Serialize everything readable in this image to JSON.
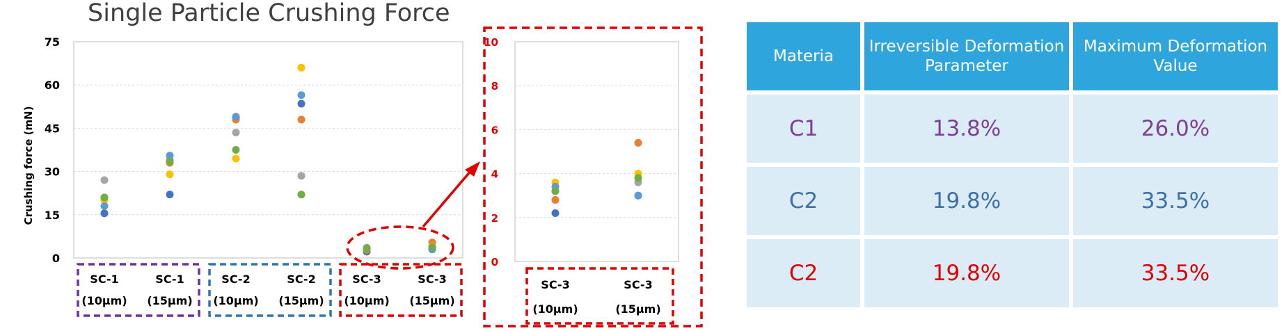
{
  "chart_data": [
    {
      "type": "scatter",
      "title": "Single Particle Crushing Force",
      "ylabel": "Crushing force (mN)",
      "ylim": [
        0,
        75
      ],
      "yticks": [
        0,
        15,
        30,
        45,
        60,
        75
      ],
      "grid": true,
      "categories": [
        {
          "line1": "SC-1",
          "line2": "(10μm)"
        },
        {
          "line1": "SC-1",
          "line2": "(15μm)"
        },
        {
          "line1": "SC-2",
          "line2": "(10μm)"
        },
        {
          "line1": "SC-2",
          "line2": "(15μm)"
        },
        {
          "line1": "SC-3",
          "line2": "(10μm)"
        },
        {
          "line1": "SC-3",
          "line2": "(15μm)"
        }
      ],
      "series": [
        {
          "color": "#4472c4",
          "values": [
            15.5,
            22,
            48.5,
            53.5,
            2.2,
            3.0
          ]
        },
        {
          "color": "#ed7d31",
          "values": [
            20.5,
            33,
            48,
            48,
            2.8,
            5.4
          ]
        },
        {
          "color": "#a5a5a5",
          "values": [
            27,
            34,
            43.5,
            28.5,
            3.2,
            3.6
          ]
        },
        {
          "color": "#ffc000",
          "values": [
            20,
            29,
            34.5,
            66,
            3.6,
            4.0
          ]
        },
        {
          "color": "#5b9bd5",
          "values": [
            18,
            35.5,
            49,
            56.5,
            3.4,
            3.0
          ]
        },
        {
          "color": "#70ad47",
          "values": [
            21,
            33.5,
            37.5,
            22,
            3.2,
            3.8
          ]
        }
      ],
      "groups": [
        {
          "color": "#7030a0",
          "categories": [
            0,
            1
          ]
        },
        {
          "color": "#2e75b6",
          "categories": [
            2,
            3
          ]
        },
        {
          "color": "#e00000",
          "categories": [
            4,
            5
          ]
        }
      ]
    },
    {
      "type": "scatter",
      "ylim": [
        0,
        10
      ],
      "yticks": [
        0,
        2,
        4,
        6,
        8,
        10
      ],
      "grid": true,
      "categories": [
        {
          "line1": "SC-3",
          "line2": "(10μm)"
        },
        {
          "line1": "SC-3",
          "line2": "(15μm)"
        }
      ],
      "series": [
        {
          "color": "#4472c4",
          "values": [
            2.2,
            3.0
          ]
        },
        {
          "color": "#ed7d31",
          "values": [
            2.8,
            5.4
          ]
        },
        {
          "color": "#a5a5a5",
          "values": [
            3.2,
            3.6
          ]
        },
        {
          "color": "#ffc000",
          "values": [
            3.6,
            4.0
          ]
        },
        {
          "color": "#5b9bd5",
          "values": [
            3.4,
            3.0
          ]
        },
        {
          "color": "#70ad47",
          "values": [
            3.2,
            3.8
          ]
        }
      ]
    }
  ],
  "table": {
    "headers": [
      "Materia",
      "Irreversible Deformation Parameter",
      "Maximum Deformation Value"
    ],
    "rows": [
      {
        "material": "C1",
        "irreversible": "13.8%",
        "maximum": "26.0%",
        "color": "#7f3f98"
      },
      {
        "material": "C2",
        "irreversible": "19.8%",
        "maximum": "33.5%",
        "color": "#3d6fa8"
      },
      {
        "material": "C2",
        "irreversible": "19.8%",
        "maximum": "33.5%",
        "color": "#e00000"
      }
    ]
  }
}
